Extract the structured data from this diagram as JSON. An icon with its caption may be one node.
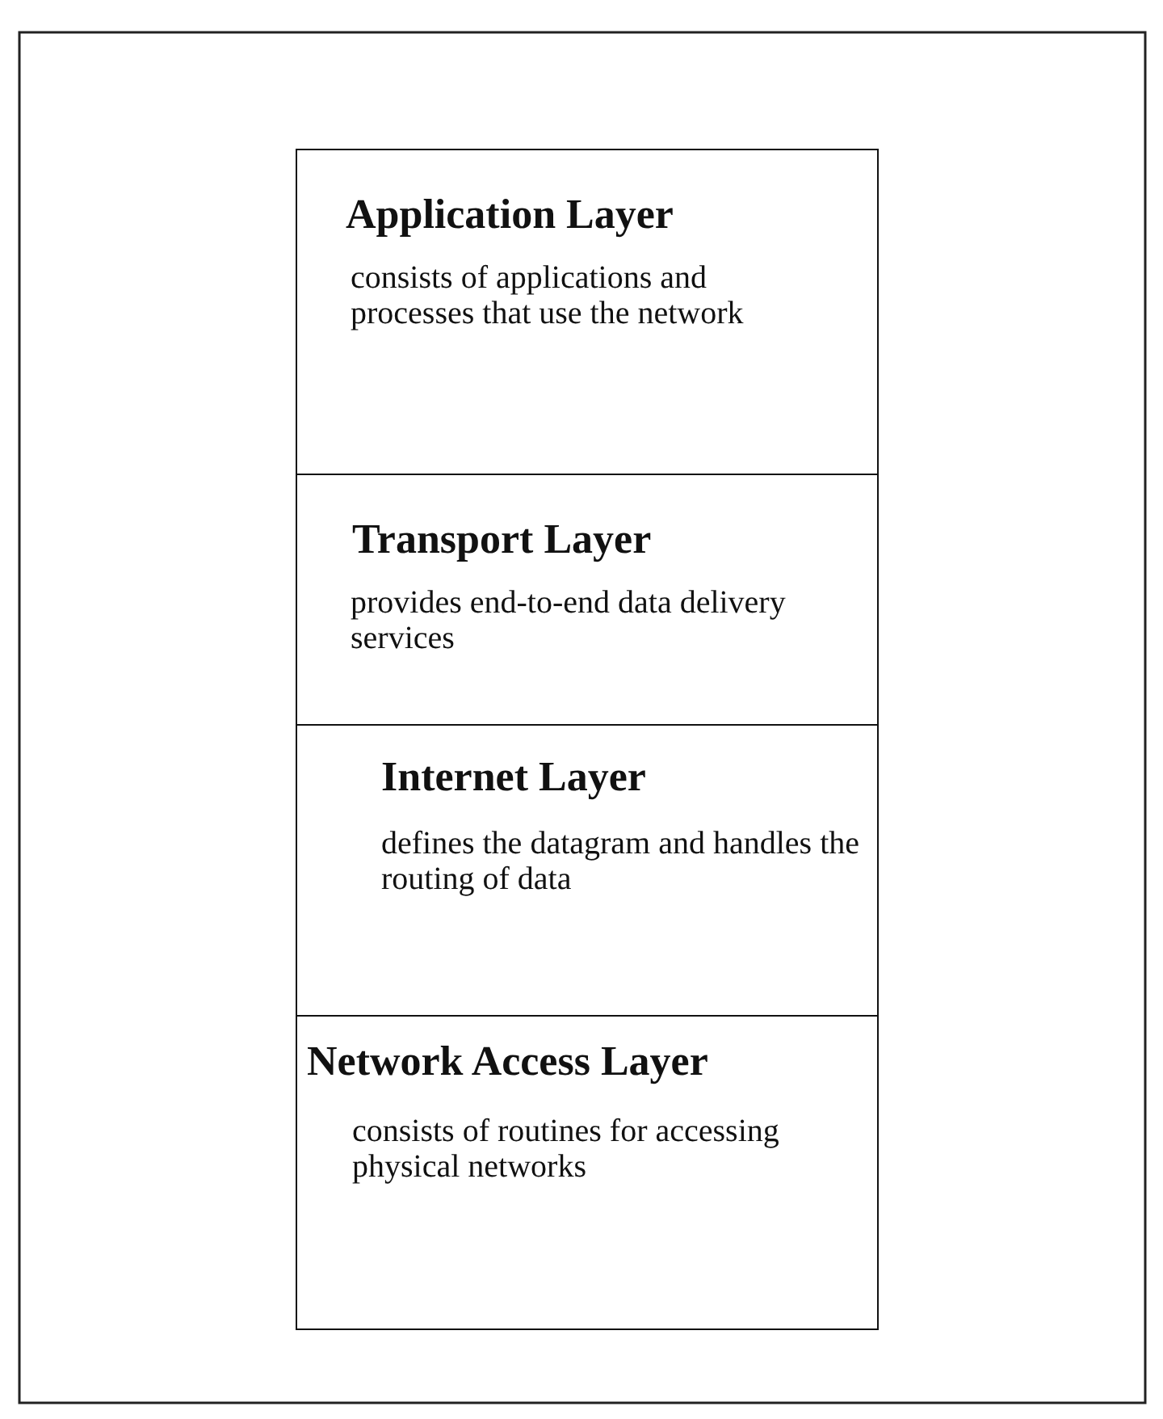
{
  "diagram": {
    "nodes": [
      {
        "text": [
          "Application Layer",
          "consists of applications and processes that use the network"
        ]
      },
      {
        "text": [
          "Transport Layer",
          "provides end-to-end data delivery services"
        ]
      },
      {
        "text": [
          "Internet Layer",
          "defines the datagram and handles the routing of data"
        ]
      },
      {
        "text": [
          "Network Access Layer",
          "consists of routines for accessing physical networks"
        ]
      }
    ]
  }
}
